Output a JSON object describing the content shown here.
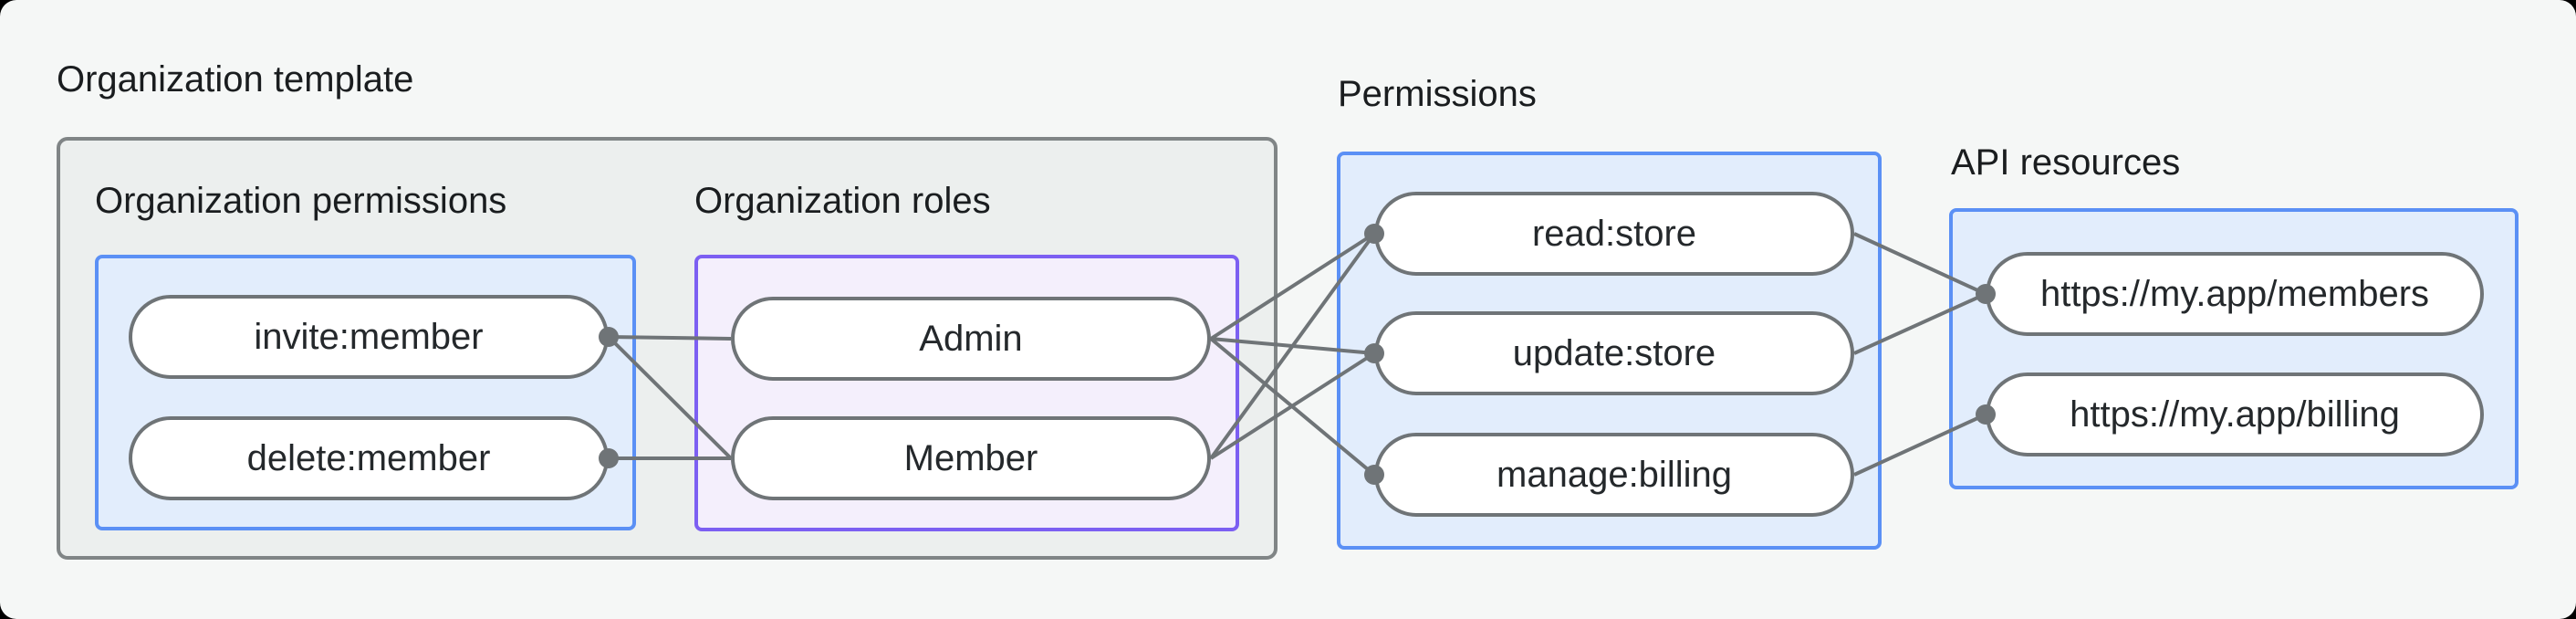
{
  "diagram": {
    "sections": {
      "org_template": {
        "label": "Organization template"
      },
      "org_permissions": {
        "label": "Organization permissions"
      },
      "org_roles": {
        "label": "Organization roles"
      },
      "permissions": {
        "label": "Permissions"
      },
      "api_resources": {
        "label": "API resources"
      }
    },
    "nodes": {
      "invite": {
        "label": "invite:member"
      },
      "delete": {
        "label": "delete:member"
      },
      "admin": {
        "label": "Admin"
      },
      "member": {
        "label": "Member"
      },
      "read": {
        "label": "read:store"
      },
      "update": {
        "label": "update:store"
      },
      "manage": {
        "label": "manage:billing"
      },
      "members_api": {
        "label": "https://my.app/members"
      },
      "billing_api": {
        "label": "https://my.app/billing"
      }
    },
    "edges": [
      {
        "from": "invite",
        "from_side": "right",
        "to": "admin",
        "to_side": "left"
      },
      {
        "from": "invite",
        "from_side": "right",
        "to": "member",
        "to_side": "left"
      },
      {
        "from": "delete",
        "from_side": "right",
        "to": "member",
        "to_side": "left"
      },
      {
        "from": "admin",
        "from_side": "right",
        "to": "read",
        "to_side": "left"
      },
      {
        "from": "admin",
        "from_side": "right",
        "to": "update",
        "to_side": "left"
      },
      {
        "from": "admin",
        "from_side": "right",
        "to": "manage",
        "to_side": "left"
      },
      {
        "from": "member",
        "from_side": "right",
        "to": "read",
        "to_side": "left"
      },
      {
        "from": "member",
        "from_side": "right",
        "to": "update",
        "to_side": "left"
      },
      {
        "from": "read",
        "from_side": "right",
        "to": "members_api",
        "to_side": "left"
      },
      {
        "from": "update",
        "from_side": "right",
        "to": "members_api",
        "to_side": "left"
      },
      {
        "from": "manage",
        "from_side": "right",
        "to": "billing_api",
        "to_side": "left"
      }
    ],
    "dots": [
      {
        "node": "invite",
        "side": "right"
      },
      {
        "node": "delete",
        "side": "right"
      },
      {
        "node": "read",
        "side": "left"
      },
      {
        "node": "update",
        "side": "left"
      },
      {
        "node": "manage",
        "side": "left"
      },
      {
        "node": "members_api",
        "side": "left"
      },
      {
        "node": "billing_api",
        "side": "left"
      }
    ],
    "colors": {
      "canvas_bg": "#f5f7f6",
      "gray_box_fill": "#ecefee",
      "gray_box_border": "#808586",
      "blue_box_fill": "#e2edfc",
      "blue_box_border": "#5b90f5",
      "purple_box_fill": "#f4effc",
      "purple_box_border": "#7c5ff2",
      "pill_fill": "#ffffff",
      "pill_border": "#6f7477",
      "line": "#6f7477",
      "text": "#1a1d1f"
    },
    "line_width": 4,
    "dot_radius": 11
  }
}
